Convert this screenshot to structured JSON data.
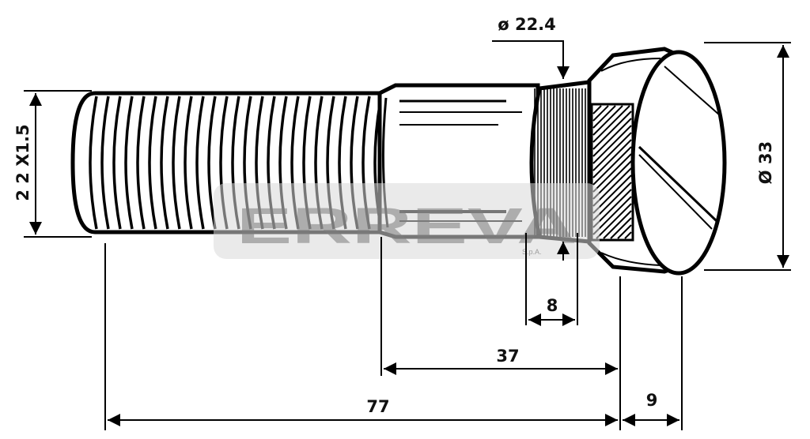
{
  "dimensions": {
    "thread": "2 2 X1.5",
    "knurl_diameter": "ø 22.4",
    "head_diameter": "Ø 33",
    "knurl_length": "8",
    "shank_length": "37",
    "total_length": "77",
    "head_length": "9"
  },
  "watermark": {
    "brand": "ERREVA",
    "suffix": "S.p.A."
  }
}
